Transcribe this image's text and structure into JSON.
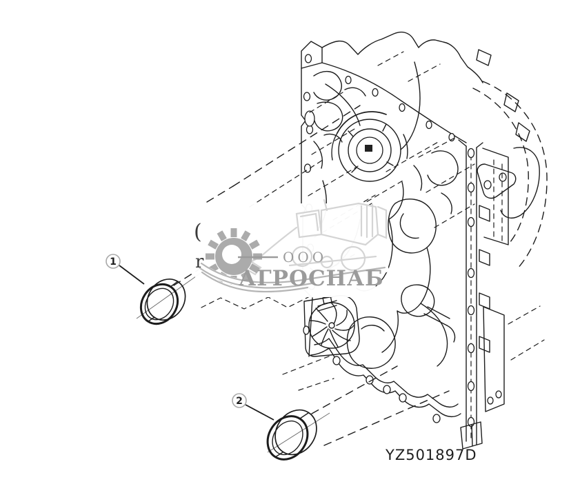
{
  "diagram": {
    "code": "YZ501897D",
    "callouts": [
      {
        "number": "1"
      },
      {
        "number": "2"
      }
    ]
  },
  "watermark": {
    "org_form": "ООО",
    "name": "АГРОСНАБ",
    "edge_glyph_top": "(",
    "edge_glyph_bottom": "r"
  },
  "colors": {
    "line": "#1c1c1c",
    "thin": "#6f6f6f",
    "text": "#1e1e1e",
    "wm-gray": "#9b9b9b",
    "wm-mid": "#ababab",
    "wm-light": "#d4d4d4",
    "label-ring": "#a9a9a9"
  }
}
